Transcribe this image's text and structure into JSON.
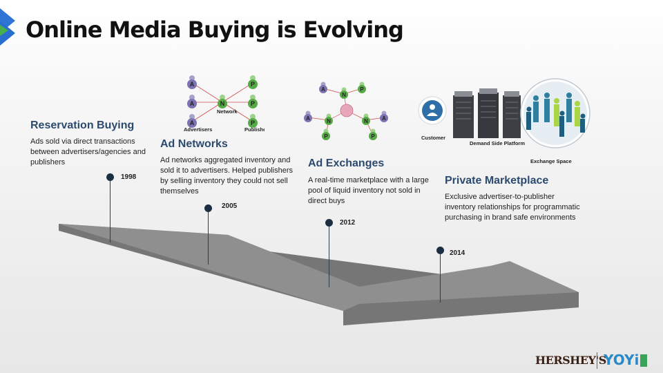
{
  "slide": {
    "title": "Online Media Buying is Evolving",
    "accent_color": "#2e75d6"
  },
  "stages": [
    {
      "title": "Reservation Buying",
      "description": "Ads sold via direct transactions between  advertisers/agencies and publishers",
      "year": "1998"
    },
    {
      "title": "Ad Networks",
      "description": "Ad networks aggregated inventory and sold it to advertisers. Helped publishers by selling inventory they could not sell themselves",
      "year": "2005"
    },
    {
      "title": "Ad Exchanges",
      "description": "A real-time marketplace with a large pool of liquid inventory not sold in direct buys",
      "year": "2012"
    },
    {
      "title": "Private Marketplace",
      "description": "Exclusive advertiser-to-publisher inventory relationships for programmatic purchasing in brand safe environments",
      "year": "2014"
    }
  ],
  "illustrations": {
    "ad_network": {
      "node_a": "A",
      "node_n": "N",
      "node_p": "P",
      "label_advertisers": "Advertisers",
      "label_network": "Network",
      "label_publishers": "Publishers"
    },
    "ad_exchange": {
      "node_a": "A",
      "node_n": "N",
      "node_p": "P"
    },
    "private_marketplace": {
      "label_customer": "Customer",
      "label_dsp": "Demand Side Platform",
      "label_exchange": "Exchange Space"
    }
  },
  "logos": {
    "hershey": "HERSHEY'S",
    "yoyi": "YOYi"
  }
}
